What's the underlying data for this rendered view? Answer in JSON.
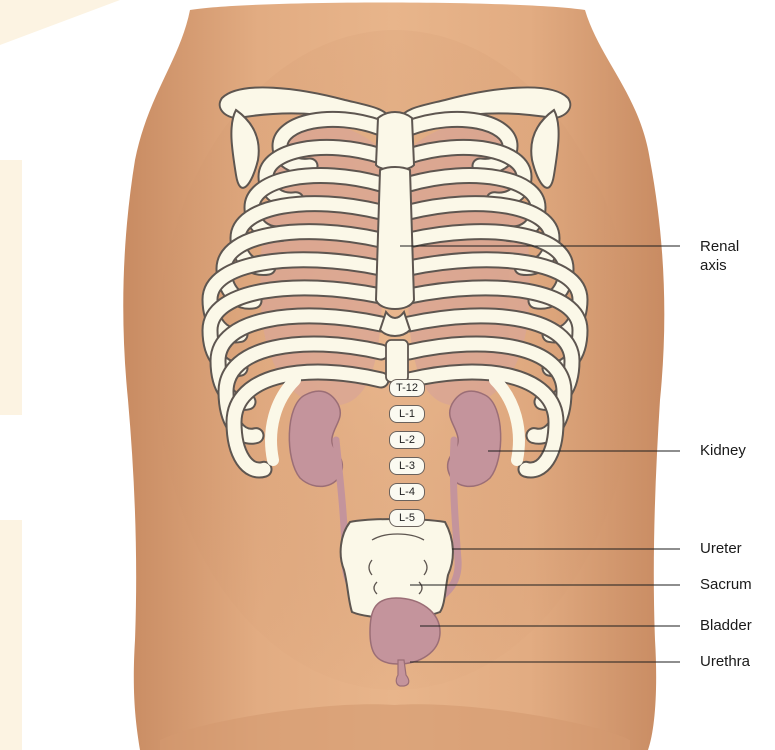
{
  "diagram": {
    "labels": {
      "renal_axis_line1": "Renal",
      "renal_axis_line2": "axis",
      "kidney": "Kidney",
      "ureter": "Ureter",
      "sacrum": "Sacrum",
      "bladder": "Bladder",
      "urethra": "Urethra"
    },
    "vertebrae": [
      "T-12",
      "L-1",
      "L-2",
      "L-3",
      "L-4",
      "L-5"
    ],
    "colors": {
      "skin": "#e0a97f",
      "bone": "#fbf8e8",
      "bone_outline": "#5e5650",
      "organ": "#c4949c",
      "margin_tint": "#fcf3e2"
    }
  }
}
